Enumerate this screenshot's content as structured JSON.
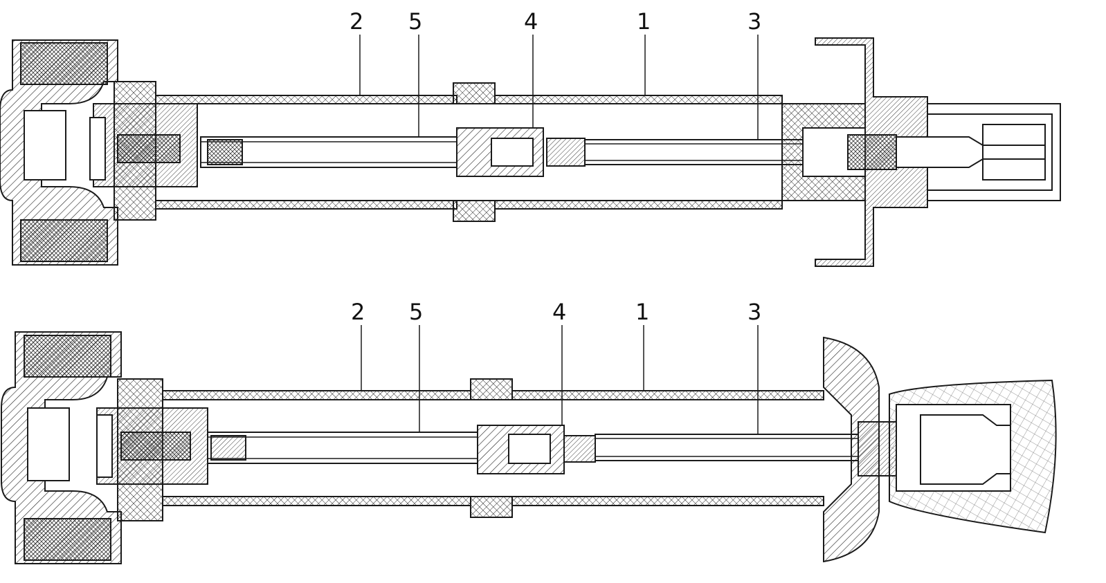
{
  "figure": {
    "top_view": {
      "callouts": [
        {
          "id": "label-2",
          "text": "2"
        },
        {
          "id": "label-5",
          "text": "5"
        },
        {
          "id": "label-4",
          "text": "4"
        },
        {
          "id": "label-1",
          "text": "1"
        },
        {
          "id": "label-3",
          "text": "3"
        }
      ]
    },
    "bottom_view": {
      "callouts": [
        {
          "id": "label-2",
          "text": "2"
        },
        {
          "id": "label-5",
          "text": "5"
        },
        {
          "id": "label-4",
          "text": "4"
        },
        {
          "id": "label-1",
          "text": "1"
        },
        {
          "id": "label-3",
          "text": "3"
        }
      ]
    },
    "colors": {
      "line": "#1a1a1a",
      "background": "#ffffff"
    }
  }
}
